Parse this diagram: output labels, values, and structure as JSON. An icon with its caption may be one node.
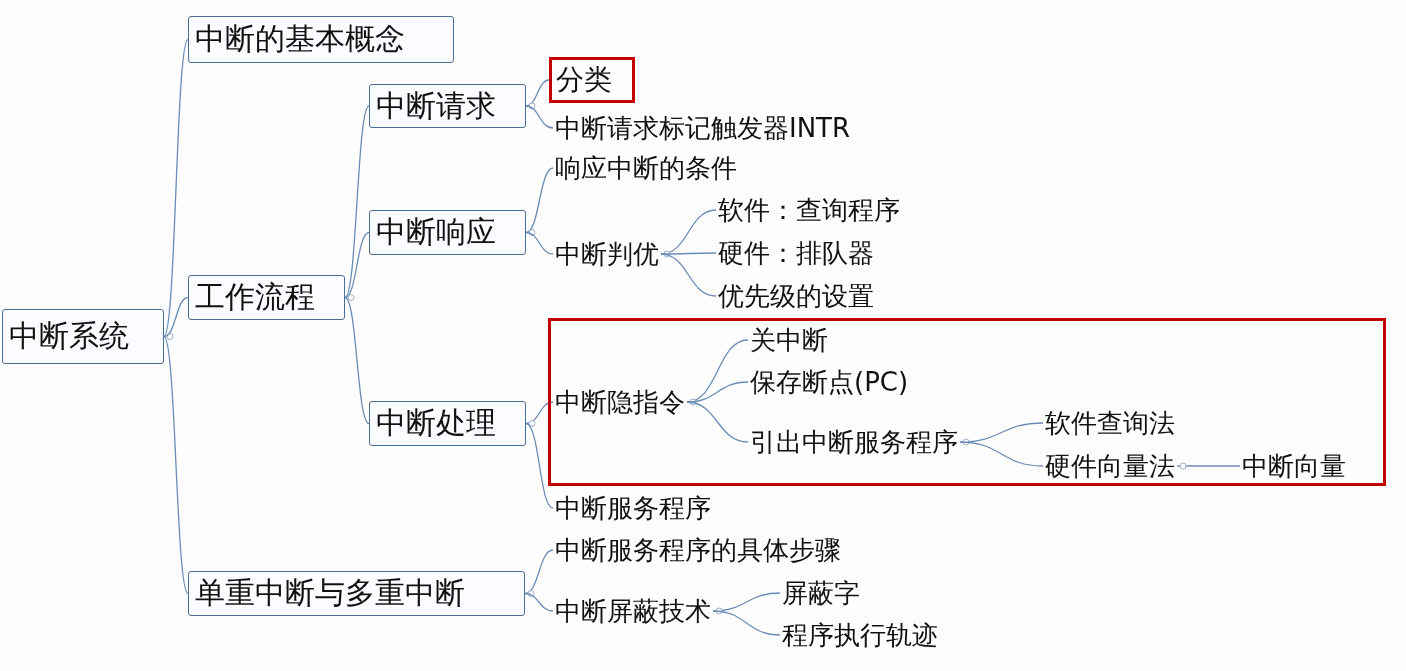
{
  "diagram": {
    "nodes": [
      {
        "text": [
          "中断系统"
        ]
      },
      {
        "text": [
          "中断的基本概念"
        ]
      },
      {
        "text": [
          "工作流程"
        ]
      },
      {
        "text": [
          "中断请求"
        ]
      },
      {
        "text": [
          "分类"
        ]
      },
      {
        "text": [
          "中断请求标记触发器INTR"
        ]
      },
      {
        "text": [
          "中断响应"
        ]
      },
      {
        "text": [
          "响应中断的条件"
        ]
      },
      {
        "text": [
          "中断判优"
        ]
      },
      {
        "text": [
          "软件：查询程序"
        ]
      },
      {
        "text": [
          "硬件：排队器"
        ]
      },
      {
        "text": [
          "优先级的设置"
        ]
      },
      {
        "text": [
          "中断处理"
        ]
      },
      {
        "text": [],
        "shape": "box"
      },
      {
        "text": [
          "中断隐指令"
        ],
        "in": 13
      },
      {
        "text": [
          "关中断"
        ],
        "in": 13
      },
      {
        "text": [
          "保存断点(PC)"
        ],
        "in": 13
      },
      {
        "text": [
          "引出中断服务程序"
        ],
        "in": 13
      },
      {
        "text": [
          "软件查询法"
        ],
        "in": 13
      },
      {
        "text": [
          "硬件向量法"
        ],
        "in": 13
      },
      {
        "text": [
          "中断向量"
        ],
        "in": 13
      },
      {
        "text": [
          "中断服务程序"
        ]
      },
      {
        "text": [
          "单重中断与多重中断"
        ]
      },
      {
        "text": [
          "中断服务程序的具体步骤"
        ]
      },
      {
        "text": [
          "中断屏蔽技术"
        ]
      },
      {
        "text": [
          "屏蔽字"
        ]
      },
      {
        "text": [
          "程序执行轨迹"
        ]
      }
    ],
    "edges": [
      {
        "from": 0,
        "to": 1,
        "arrow": "none"
      },
      {
        "from": 0,
        "to": 2,
        "arrow": "none"
      },
      {
        "from": 0,
        "to": 22,
        "arrow": "none"
      },
      {
        "from": 2,
        "to": 3,
        "arrow": "none"
      },
      {
        "from": 2,
        "to": 6,
        "arrow": "none"
      },
      {
        "from": 2,
        "to": 12,
        "arrow": "none"
      },
      {
        "from": 3,
        "to": 4,
        "arrow": "none"
      },
      {
        "from": 3,
        "to": 5,
        "arrow": "none"
      },
      {
        "from": 6,
        "to": 7,
        "arrow": "none"
      },
      {
        "from": 6,
        "to": 8,
        "arrow": "none"
      },
      {
        "from": 8,
        "to": 9,
        "arrow": "none"
      },
      {
        "from": 8,
        "to": 10,
        "arrow": "none"
      },
      {
        "from": 8,
        "to": 11,
        "arrow": "none"
      },
      {
        "from": 12,
        "to": 14,
        "arrow": "none"
      },
      {
        "from": 12,
        "to": 21,
        "arrow": "none"
      },
      {
        "from": 14,
        "to": 15,
        "arrow": "none"
      },
      {
        "from": 14,
        "to": 16,
        "arrow": "none"
      },
      {
        "from": 14,
        "to": 17,
        "arrow": "none"
      },
      {
        "from": 17,
        "to": 18,
        "arrow": "none"
      },
      {
        "from": 17,
        "to": 19,
        "arrow": "none"
      },
      {
        "from": 19,
        "to": 20,
        "arrow": "none"
      },
      {
        "from": 22,
        "to": 23,
        "arrow": "none"
      },
      {
        "from": 22,
        "to": 24,
        "arrow": "none"
      },
      {
        "from": 24,
        "to": 25,
        "arrow": "none"
      },
      {
        "from": 24,
        "to": 26,
        "arrow": "none"
      }
    ]
  }
}
